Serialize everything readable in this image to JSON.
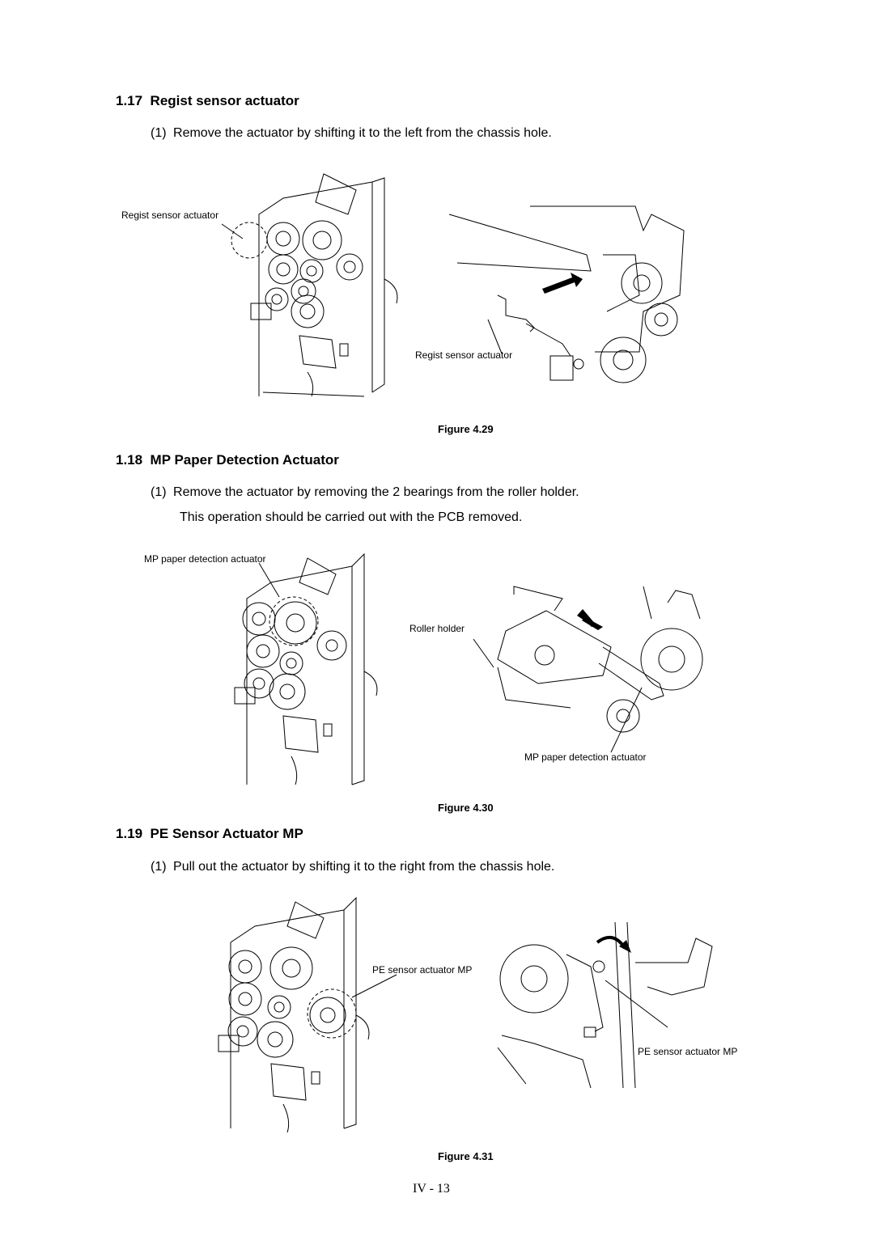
{
  "sections": [
    {
      "number": "1.17",
      "title": "Regist sensor actuator",
      "steps": [
        {
          "num": "(1)",
          "lines": [
            "Remove the actuator by shifting it to the left from the chassis hole."
          ]
        }
      ],
      "figure": {
        "caption": "Figure 4.29",
        "callouts": [
          "Regist sensor actuator",
          "Regist sensor actuator"
        ]
      }
    },
    {
      "number": "1.18",
      "title": "MP Paper Detection Actuator",
      "steps": [
        {
          "num": "(1)",
          "lines": [
            "Remove the actuator by removing the 2 bearings from the roller holder.",
            "This operation should be carried out with the PCB removed."
          ]
        }
      ],
      "figure": {
        "caption": "Figure 4.30",
        "callouts": [
          "MP paper detection actuator",
          "Roller holder",
          "MP paper detection actuator"
        ]
      }
    },
    {
      "number": "1.19",
      "title": "PE Sensor Actuator MP",
      "steps": [
        {
          "num": "(1)",
          "lines": [
            "Pull out the actuator by shifting it to the right from the chassis hole."
          ]
        }
      ],
      "figure": {
        "caption": "Figure 4.31",
        "callouts": [
          "PE sensor actuator MP",
          "PE sensor actuator MP"
        ]
      }
    }
  ],
  "page_number": "IV - 13",
  "icons": [
    "chassis-gear-drawing",
    "actuator-closeup-drawing",
    "direction-arrow-icon",
    "callout-circle"
  ]
}
